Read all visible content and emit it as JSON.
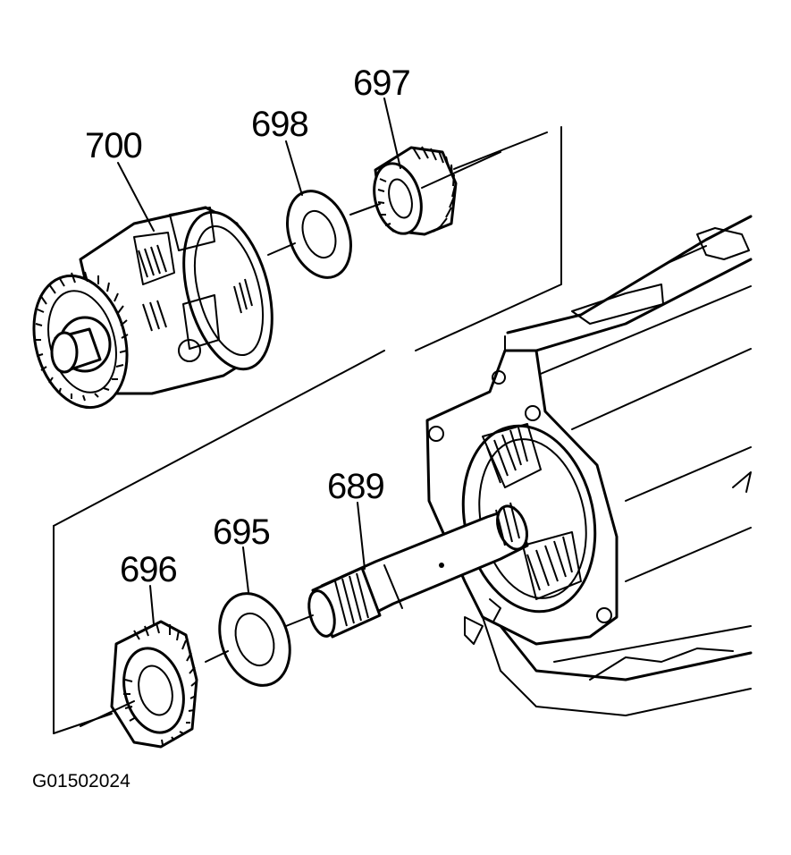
{
  "figure_id": "G01502024",
  "callouts": {
    "c700": "700",
    "c698": "698",
    "c697": "697",
    "c689": "689",
    "c695": "695",
    "c696": "696"
  },
  "colors": {
    "ink": "#000000",
    "paper": "#ffffff"
  }
}
